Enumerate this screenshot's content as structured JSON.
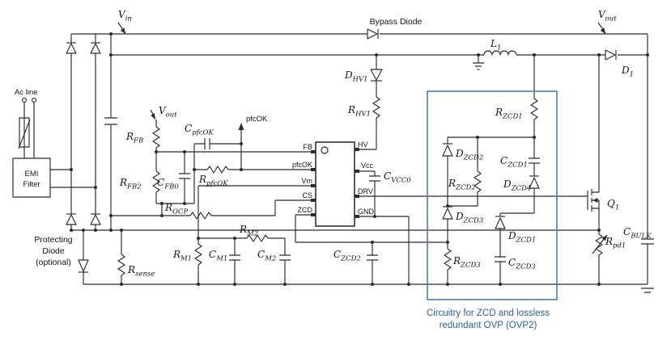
{
  "colors": {
    "wire": "#2b2b2b",
    "highlight_box": "#4c7fae",
    "caption_text": "#2d6399"
  },
  "caption": {
    "line1": "Circuitry for ZCD and lossless",
    "line2": "redundant OVP (OVP2)"
  },
  "plain_labels": {
    "bypass_diode": "Bypass Diode",
    "ac_line": "Ac line",
    "emi_line1": "EMI",
    "emi_line2": "Filter",
    "protecting_line1": "Protecting",
    "protecting_line2": "Diode",
    "protecting_line3": "(optional)",
    "pfcok_signal": "pfcOK"
  },
  "ic": {
    "left_pins": [
      "FB",
      "pfcOK",
      "Vm",
      "CS",
      "ZCD"
    ],
    "right_pins": [
      "HV",
      "Vcc",
      "DRV",
      "GND"
    ]
  },
  "refdes": {
    "vin": {
      "base": "V",
      "sub": "in"
    },
    "vout_top": {
      "base": "V",
      "sub": "out"
    },
    "vout_mid": {
      "base": "V",
      "sub": "out"
    },
    "r_fb": {
      "base": "R",
      "sub": "FB"
    },
    "r_fb2": {
      "base": "R",
      "sub": "FB2"
    },
    "c_fb0": {
      "base": "C",
      "sub": "FB0"
    },
    "c_pfcok": {
      "base": "C",
      "sub": "pfcOK"
    },
    "r_pfcok": {
      "base": "R",
      "sub": "pfcOK"
    },
    "r_ocp": {
      "base": "R",
      "sub": "OCP"
    },
    "r_m1": {
      "base": "R",
      "sub": "M1"
    },
    "r_m2": {
      "base": "R",
      "sub": "M2"
    },
    "c_m1": {
      "base": "C",
      "sub": "M1"
    },
    "c_m2": {
      "base": "C",
      "sub": "M2"
    },
    "c_zcd2": {
      "base": "C",
      "sub": "ZCD2"
    },
    "d_hv1": {
      "base": "D",
      "sub": "HV1"
    },
    "r_hv1": {
      "base": "R",
      "sub": "HV1"
    },
    "c_vcc0": {
      "base": "C",
      "sub": "VCC0"
    },
    "l1": {
      "base": "L",
      "sub": "1"
    },
    "d1": {
      "base": "D",
      "sub": "1"
    },
    "r_zcd1": {
      "base": "R",
      "sub": "ZCD1"
    },
    "d_zcd2": {
      "base": "D",
      "sub": "ZCD2"
    },
    "c_zcd1": {
      "base": "C",
      "sub": "ZCD1"
    },
    "r_zcd2": {
      "base": "R",
      "sub": "ZCD2"
    },
    "d_zcd4": {
      "base": "D",
      "sub": "ZCD4"
    },
    "d_zcd3": {
      "base": "D",
      "sub": "ZCD3"
    },
    "d_zcd1": {
      "base": "D",
      "sub": "ZCD1"
    },
    "r_zcd3": {
      "base": "R",
      "sub": "ZCD3"
    },
    "c_zcd3": {
      "base": "C",
      "sub": "ZCD3"
    },
    "q1": {
      "base": "Q",
      "sub": "1"
    },
    "r_pd1": {
      "base": "R",
      "sub": "pd1"
    },
    "c_bulk": {
      "base": "C",
      "sub": "BULK"
    },
    "r_sense": {
      "base": "R",
      "sub": "sense"
    }
  }
}
